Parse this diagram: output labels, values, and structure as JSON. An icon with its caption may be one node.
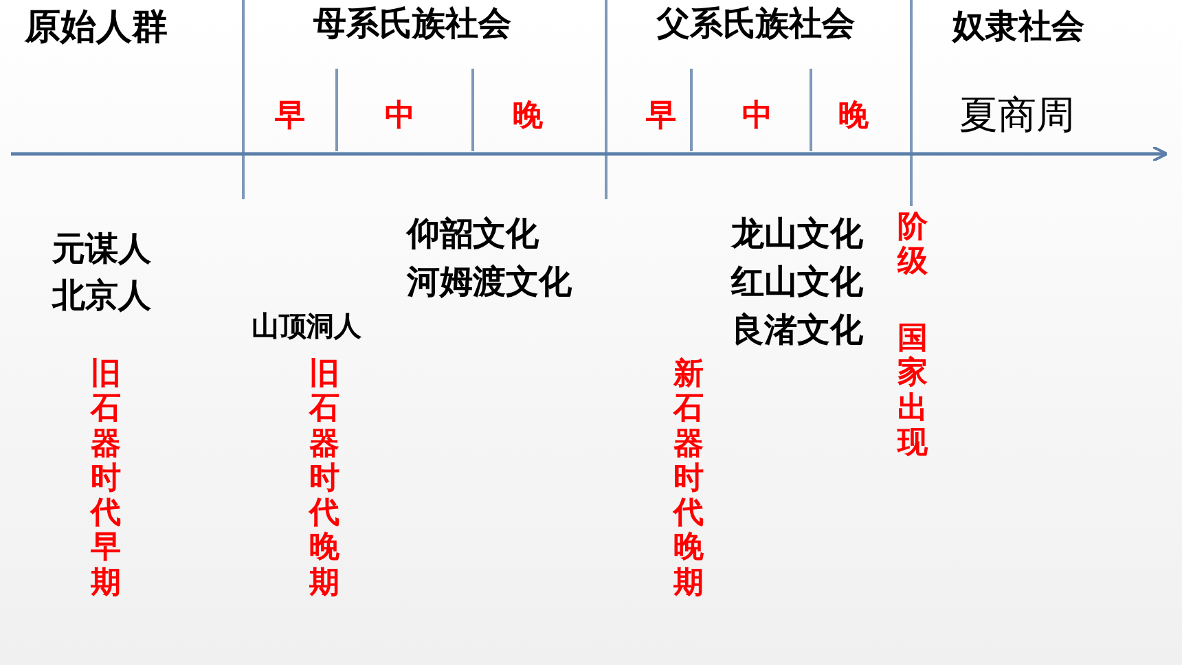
{
  "diagram": {
    "labels": [
      "原始人群",
      "母系氏族社会",
      "父系氏族社会",
      "奴隶社会",
      "早",
      "中",
      "晚",
      "早",
      "中",
      "晚",
      "夏商周",
      "元谋人",
      "北京人",
      "仰韶文化",
      "河姆渡文化",
      "龙山文化",
      "红山文化",
      "良渚文化",
      "阶级",
      "国家出现",
      "山顶洞人",
      "旧石器时代早期",
      "旧石器时代晚期",
      "新石器时代晚期"
    ]
  }
}
